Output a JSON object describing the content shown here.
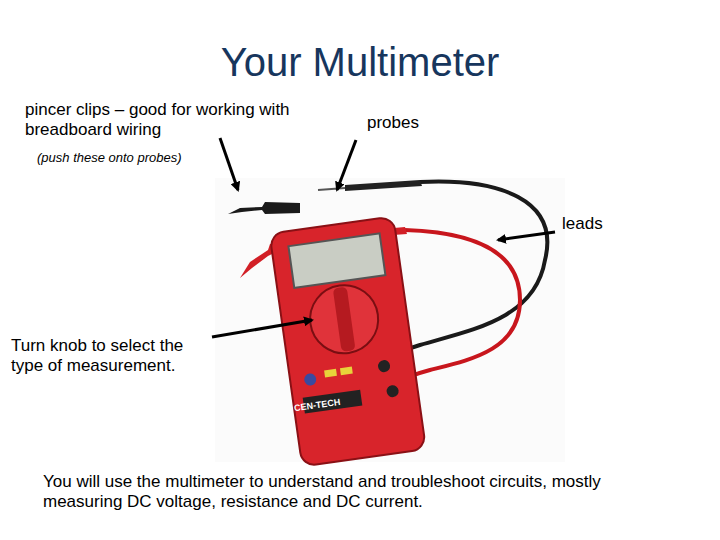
{
  "diagram": {
    "title": "Your Multimeter",
    "caption": "You will use the multimeter to understand and troubleshoot circuits, mostly measuring DC voltage, resistance and DC current.",
    "labels": [
      "pincer clips – good for working with breadboard wiring",
      "(push these onto probes)",
      "probes",
      "leads",
      "Turn knob to select the type of measurement.",
      "CEN-TECH"
    ]
  }
}
